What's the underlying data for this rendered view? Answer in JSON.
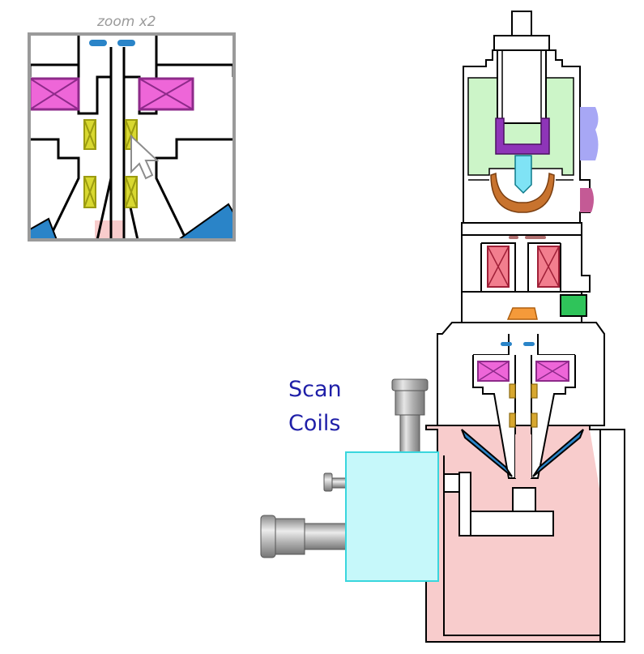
{
  "zoom": {
    "label": "zoom x2"
  },
  "labels": {
    "scan_coils_line1": "Scan",
    "scan_coils_line2": "Coils"
  },
  "colors": {
    "outline": "#000000",
    "gun_chamber": "#ccf5c8",
    "wehnelt": "#8e35b8",
    "filament": "#7fe3f5",
    "anode": "#c8732e",
    "gun_port": "#a7a7f5",
    "valve_port": "#c45a95",
    "condenser_coil": "#f27e8e",
    "objective_coil": "#ee66d8",
    "aperture": "#f59a3a",
    "side_port": "#2fc45a",
    "scan_coil": "#c8c81e",
    "detector": "#2a84c8",
    "specimen_chamber": "#f8cccc",
    "scan_box": "#c6f8fa",
    "scan_box_border": "#39d6dd",
    "label_blue": "#1f1fa8"
  }
}
